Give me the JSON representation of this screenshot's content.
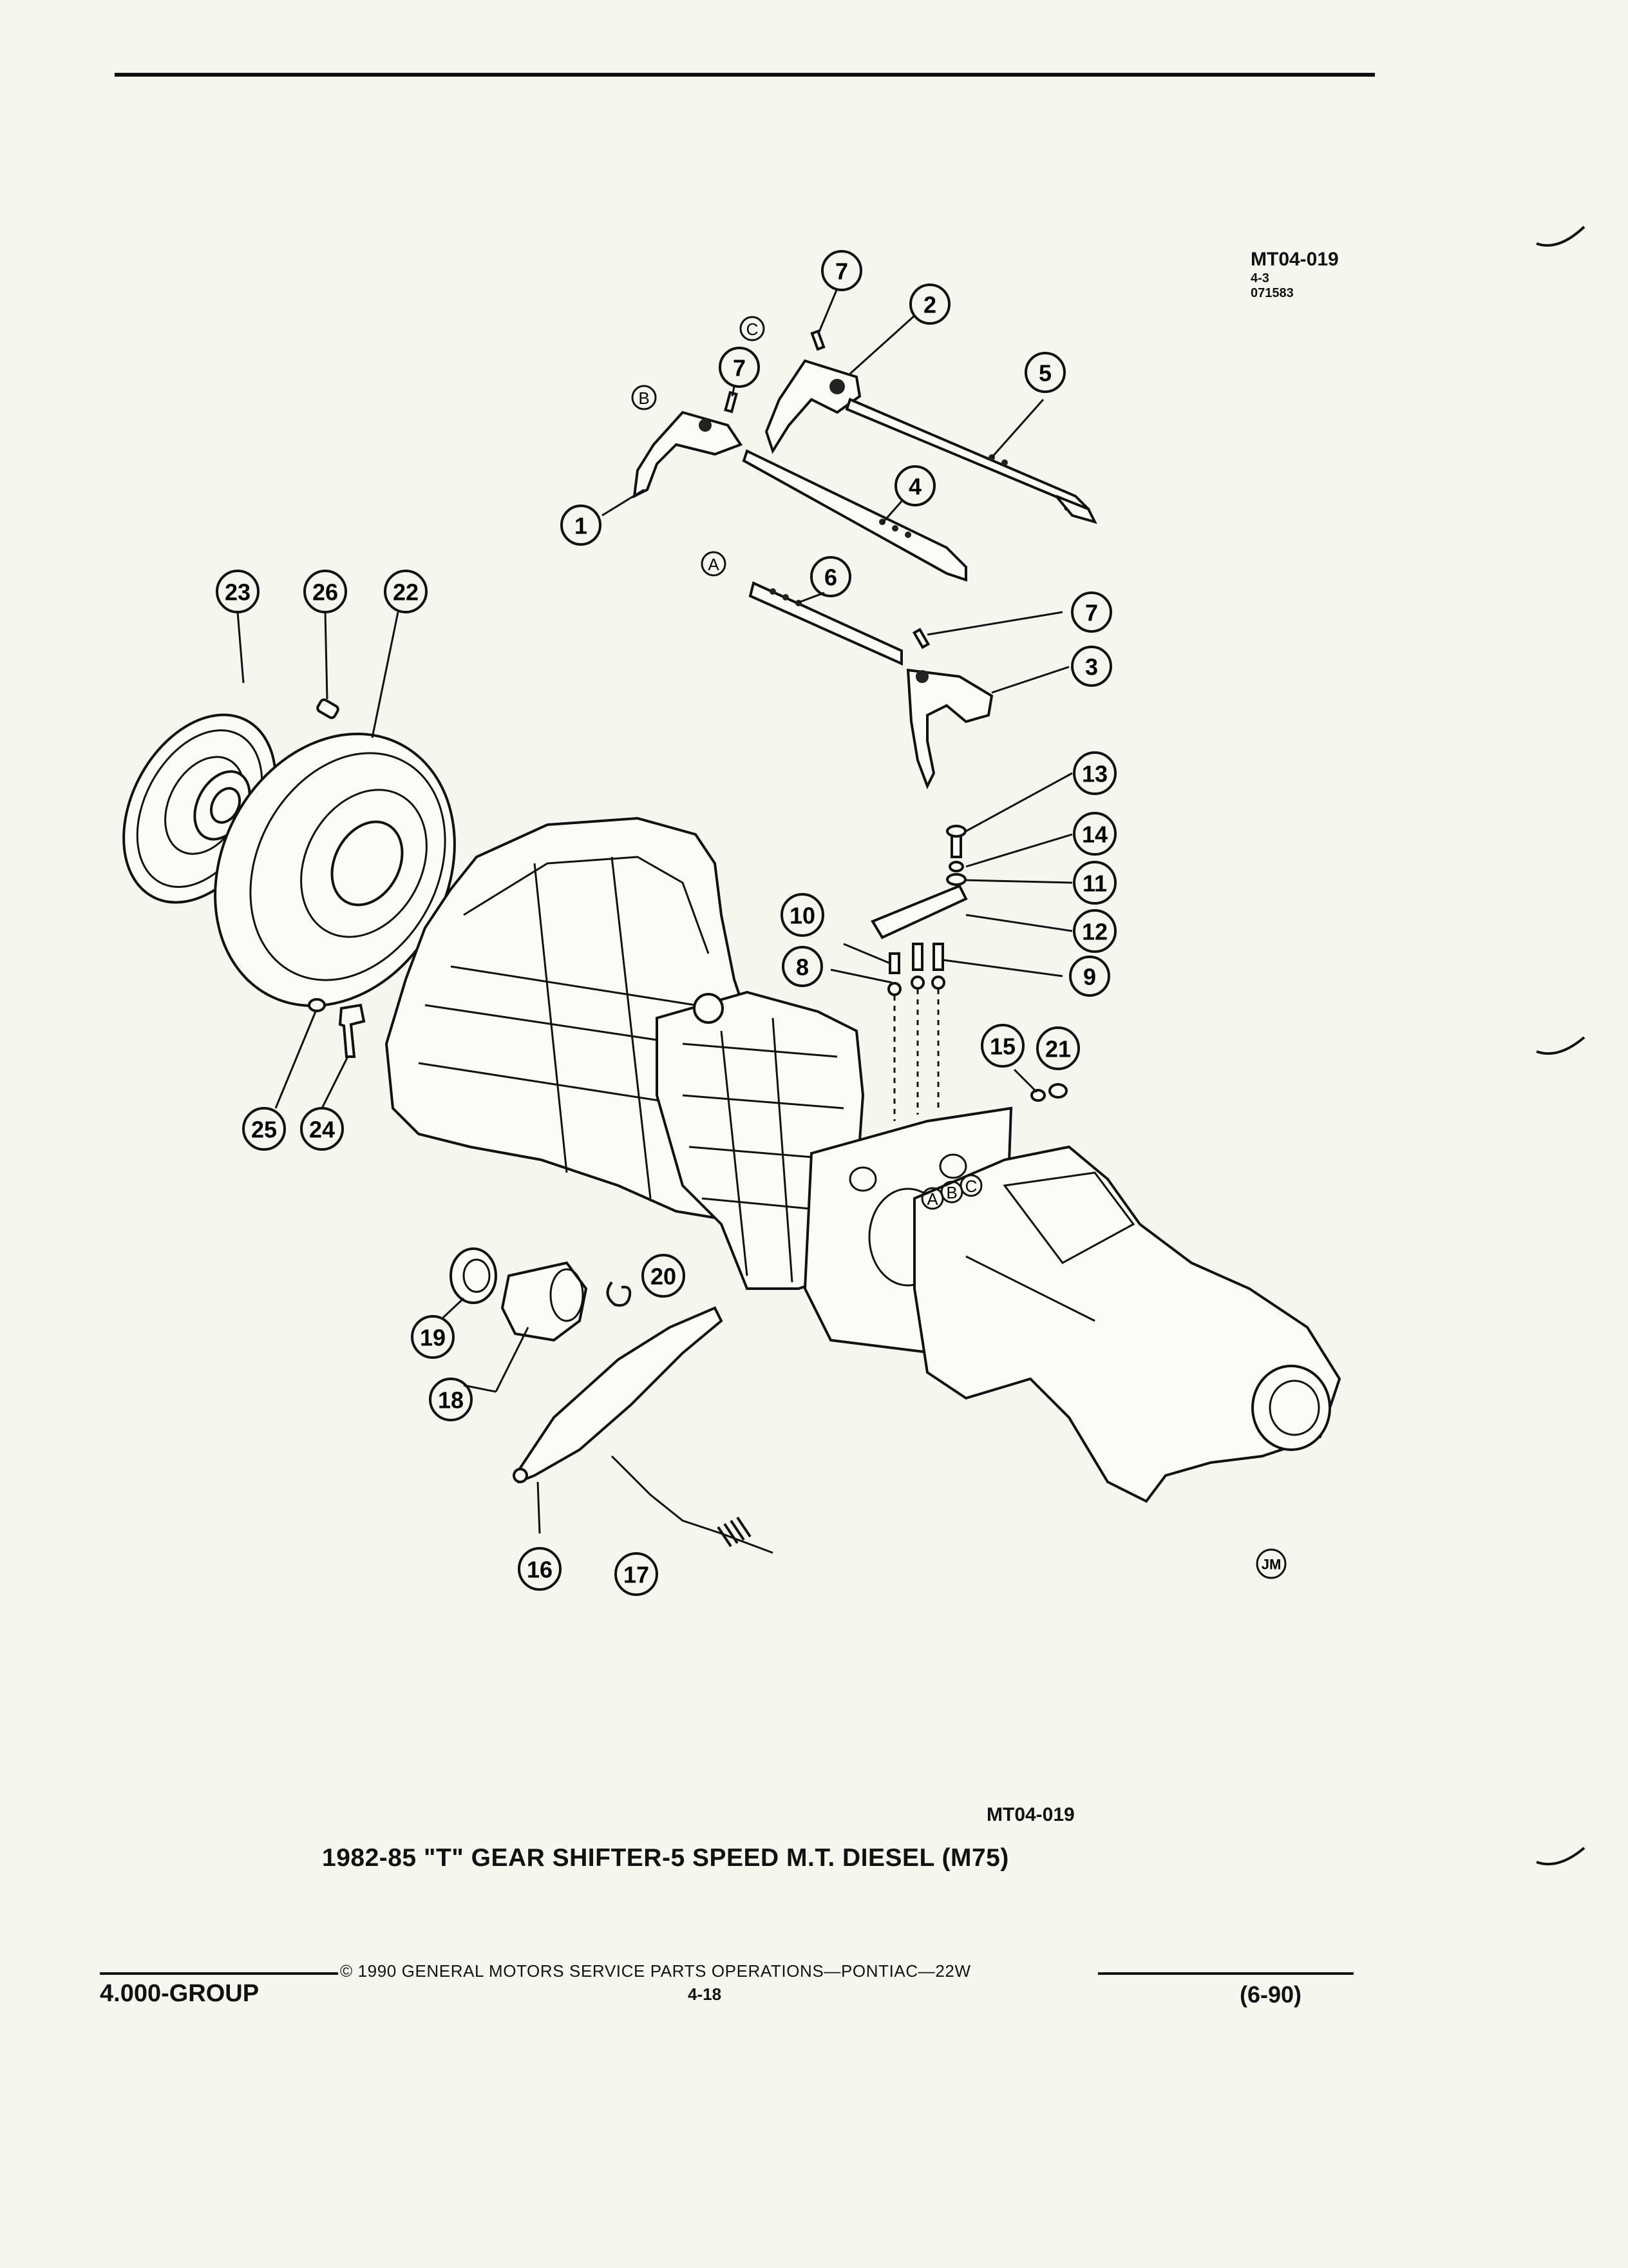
{
  "header": {
    "figure_code": "MT04-019",
    "sub_line_1": "4-3",
    "sub_line_2": "071583"
  },
  "callouts": [
    {
      "num": "1"
    },
    {
      "num": "2"
    },
    {
      "num": "3"
    },
    {
      "num": "4"
    },
    {
      "num": "5"
    },
    {
      "num": "6"
    },
    {
      "num": "7"
    },
    {
      "num": "7"
    },
    {
      "num": "7"
    },
    {
      "num": "8"
    },
    {
      "num": "9"
    },
    {
      "num": "10"
    },
    {
      "num": "11"
    },
    {
      "num": "12"
    },
    {
      "num": "13"
    },
    {
      "num": "14"
    },
    {
      "num": "15"
    },
    {
      "num": "16"
    },
    {
      "num": "17"
    },
    {
      "num": "18"
    },
    {
      "num": "19"
    },
    {
      "num": "20"
    },
    {
      "num": "21"
    },
    {
      "num": "22"
    },
    {
      "num": "23"
    },
    {
      "num": "24"
    },
    {
      "num": "25"
    },
    {
      "num": "26"
    }
  ],
  "ref_letters": {
    "a": "A",
    "b": "B",
    "c": "C",
    "abc": [
      "A",
      "B",
      "C"
    ]
  },
  "artist_mark": "JM",
  "caption": {
    "code": "MT04-019",
    "title": "1982-85 \"T\" GEAR SHIFTER-5 SPEED M.T. DIESEL (M75)"
  },
  "footer": {
    "group": "4.000-GROUP",
    "copyright": "© 1990 GENERAL MOTORS SERVICE PARTS OPERATIONS—PONTIAC—22W",
    "page": "4-18",
    "date": "(6-90)"
  }
}
